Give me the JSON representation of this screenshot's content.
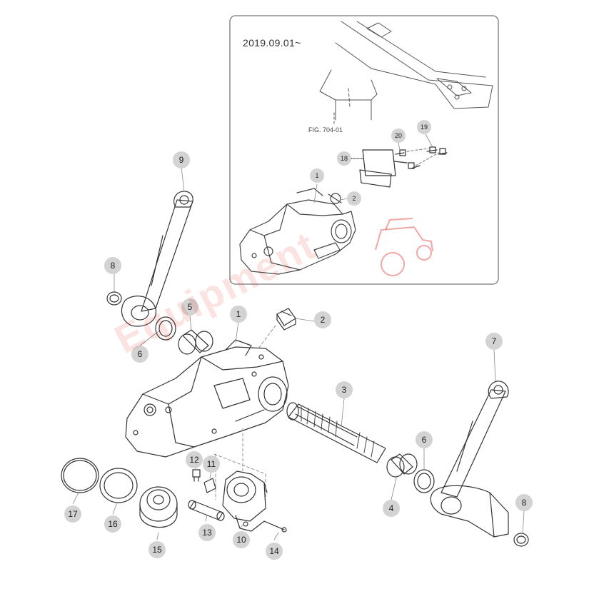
{
  "inset": {
    "date_label": "2019.09.01~",
    "fig_reference": "FIG. 704-01",
    "callouts": [
      {
        "id": "inset-1",
        "label": "1"
      },
      {
        "id": "inset-2",
        "label": "2"
      },
      {
        "id": "inset-18",
        "label": "18"
      },
      {
        "id": "inset-19",
        "label": "19"
      },
      {
        "id": "inset-20",
        "label": "20"
      }
    ]
  },
  "callouts": [
    {
      "id": "1",
      "label": "1"
    },
    {
      "id": "2",
      "label": "2"
    },
    {
      "id": "3",
      "label": "3"
    },
    {
      "id": "4",
      "label": "4"
    },
    {
      "id": "5",
      "label": "5"
    },
    {
      "id": "6a",
      "label": "6"
    },
    {
      "id": "6b",
      "label": "6"
    },
    {
      "id": "7",
      "label": "7"
    },
    {
      "id": "8a",
      "label": "8"
    },
    {
      "id": "8b",
      "label": "8"
    },
    {
      "id": "9",
      "label": "9"
    },
    {
      "id": "10",
      "label": "10"
    },
    {
      "id": "11",
      "label": "11"
    },
    {
      "id": "12",
      "label": "12"
    },
    {
      "id": "13",
      "label": "13"
    },
    {
      "id": "14",
      "label": "14"
    },
    {
      "id": "15",
      "label": "15"
    },
    {
      "id": "16",
      "label": "16"
    },
    {
      "id": "17",
      "label": "17"
    }
  ],
  "watermark": {
    "text": "Equipment",
    "color": "#e53935"
  }
}
